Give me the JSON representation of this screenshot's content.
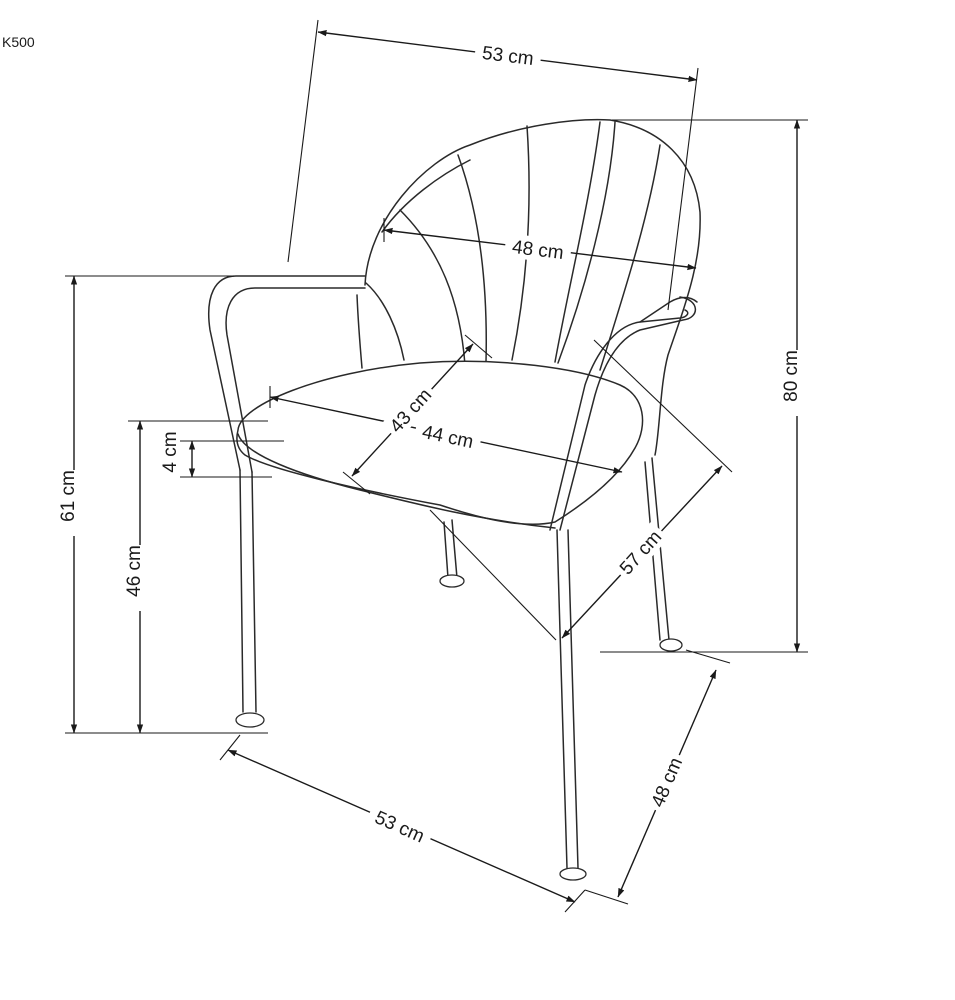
{
  "model_code": "K500",
  "dimensions": {
    "width_top": "53 cm",
    "backrest_width": "48 cm",
    "total_height": "80 cm",
    "armrest_height": "61 cm",
    "seat_height": "46 cm",
    "seat_thickness": "4 cm",
    "seat_depth": "43 cm",
    "seat_width": "44 cm",
    "diagonal_depth": "57 cm",
    "base_width": "53 cm",
    "base_depth": "48 cm"
  }
}
